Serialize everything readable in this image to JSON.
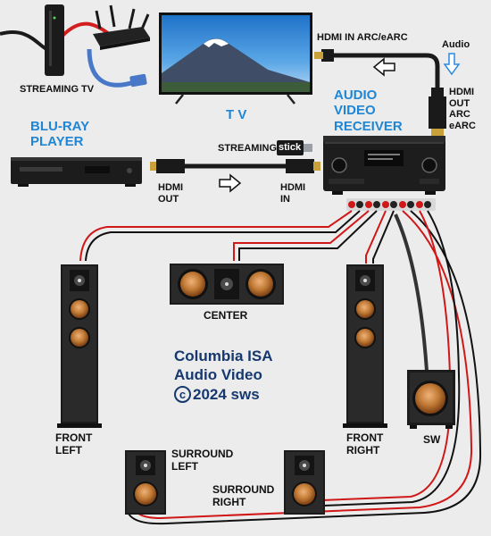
{
  "labels": {
    "streaming_tv": "STREAMING TV",
    "tv": "T V",
    "hdmi_in_arc": "HDMI IN ARC/eARC",
    "audio": "Audio",
    "hdmi_out_arc": [
      "HDMI",
      "OUT",
      "ARC",
      "eARC"
    ],
    "bluray": [
      "BLU-RAY",
      "PLAYER"
    ],
    "receiver": [
      "AUDIO",
      "VIDEO",
      "RECEIVER"
    ],
    "streaming": "STREAMING",
    "stick": "stick",
    "hdmi_out": [
      "HDMI",
      "OUT"
    ],
    "hdmi_in": [
      "HDMI",
      "IN"
    ],
    "center": "CENTER",
    "front_left": [
      "FRONT",
      "LEFT"
    ],
    "front_right": [
      "FRONT",
      "RIGHT"
    ],
    "sw": "SW",
    "surround_left": [
      "SURROUND",
      "LEFT"
    ],
    "surround_right": [
      "SURROUND",
      "RIGHT"
    ],
    "credit_1": "Columbia ISA",
    "credit_2": "Audio Video",
    "credit_c": "c",
    "credit_3": "2024 sws"
  },
  "colors": {
    "background": "#ececec",
    "label_blue": "#1f86d6",
    "credit_navy": "#16386e",
    "speaker_wire_red": "#d01818",
    "speaker_wire_black": "#111111",
    "hdmi_cable": "#1a1a1a",
    "network_cable_blue": "#4a78c8",
    "network_cable_red": "#d21e1e",
    "woofer_copper": "#b8702e"
  },
  "icons": [
    "router-icon",
    "modem-icon",
    "tv-icon",
    "bluray-player-icon",
    "receiver-icon",
    "arrow-left-icon",
    "arrow-right-icon",
    "arrow-down-icon",
    "tower-speaker-icon",
    "center-speaker-icon",
    "bookshelf-speaker-icon",
    "subwoofer-icon"
  ]
}
